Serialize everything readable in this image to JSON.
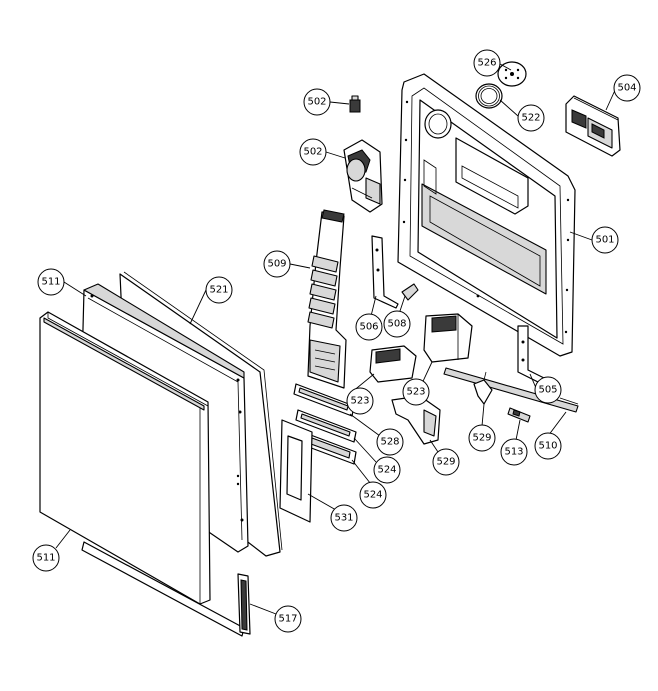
{
  "diagram": {
    "callouts": [
      {
        "id": "c526",
        "label": "526"
      },
      {
        "id": "c504",
        "label": "504"
      },
      {
        "id": "c502a",
        "label": "502"
      },
      {
        "id": "c522",
        "label": "522"
      },
      {
        "id": "c502b",
        "label": "502"
      },
      {
        "id": "c501",
        "label": "501"
      },
      {
        "id": "c509",
        "label": "509"
      },
      {
        "id": "c511a",
        "label": "511"
      },
      {
        "id": "c521",
        "label": "521"
      },
      {
        "id": "c506",
        "label": "506"
      },
      {
        "id": "c508",
        "label": "508"
      },
      {
        "id": "c505",
        "label": "505"
      },
      {
        "id": "c523a",
        "label": "523"
      },
      {
        "id": "c523b",
        "label": "523"
      },
      {
        "id": "c528",
        "label": "528"
      },
      {
        "id": "c529a",
        "label": "529"
      },
      {
        "id": "c510",
        "label": "510"
      },
      {
        "id": "c513",
        "label": "513"
      },
      {
        "id": "c524a",
        "label": "524"
      },
      {
        "id": "c529b",
        "label": "529"
      },
      {
        "id": "c524b",
        "label": "524"
      },
      {
        "id": "c531",
        "label": "531"
      },
      {
        "id": "c511b",
        "label": "511"
      },
      {
        "id": "c517",
        "label": "517"
      }
    ]
  }
}
